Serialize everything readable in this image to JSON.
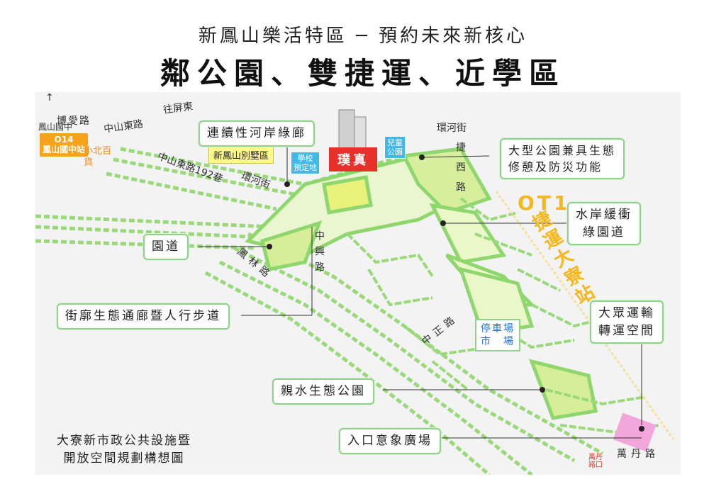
{
  "header": {
    "subtitle": "新鳳山樂活特區 ─ 預約未來新核心",
    "title": "鄰公園、雙捷運、近學區"
  },
  "roads": {
    "boai": "博愛路",
    "zhongshan_east": "中山東路",
    "wang_pingdong": "往屏東",
    "zhongshan_192": "中山東路192巷",
    "huanhe": "環河街",
    "huanhe_2": "環河街",
    "jiexi": "捷西路",
    "zhongsheng": "中興路",
    "fenglin": "鳳林路",
    "zhongzheng": "中正路",
    "wandan": "萬丹路"
  },
  "station": {
    "o14_line1": "O14",
    "o14_line2": "鳳山國中站",
    "school_label": "鳳山國中",
    "xiaobei": "小北百貨",
    "ot1": "OT1",
    "ot1_name": "捷運大寮站"
  },
  "tags": {
    "villa": "新鳳山別墅區",
    "school_line1": "學校",
    "school_line2": "預定地",
    "children_line1": "兒童",
    "children_line2": "公園",
    "pujen": "璞真",
    "parking_line1": "停車場",
    "parking_line2": "市　場",
    "bottom_small": "萬丹路口"
  },
  "callouts": {
    "river_corridor": "連續性河岸綠廊",
    "big_park_line1": "大型公園兼具生態",
    "big_park_line2": "修憩及防災功能",
    "waterfront_line1": "水岸緩衝",
    "waterfront_line2": "綠園道",
    "park_road": "園道",
    "street_corridor": "街廓生態通廊暨人行步道",
    "transit_line1": "大眾運輸",
    "transit_line2": "轉運空間",
    "water_park": "親水生態公園",
    "entrance_plaza": "入口意象廣場"
  },
  "caption": {
    "line1": "大寮新市政公共設施暨",
    "line2": "開放空間規劃構想圖"
  },
  "colors": {
    "green_block": "#8fd66e",
    "green_dash": "#9ad97a",
    "yellow_park": "#e8f27a",
    "orange_line": "#f6b71b",
    "pink_plaza": "#f3a6dc"
  }
}
